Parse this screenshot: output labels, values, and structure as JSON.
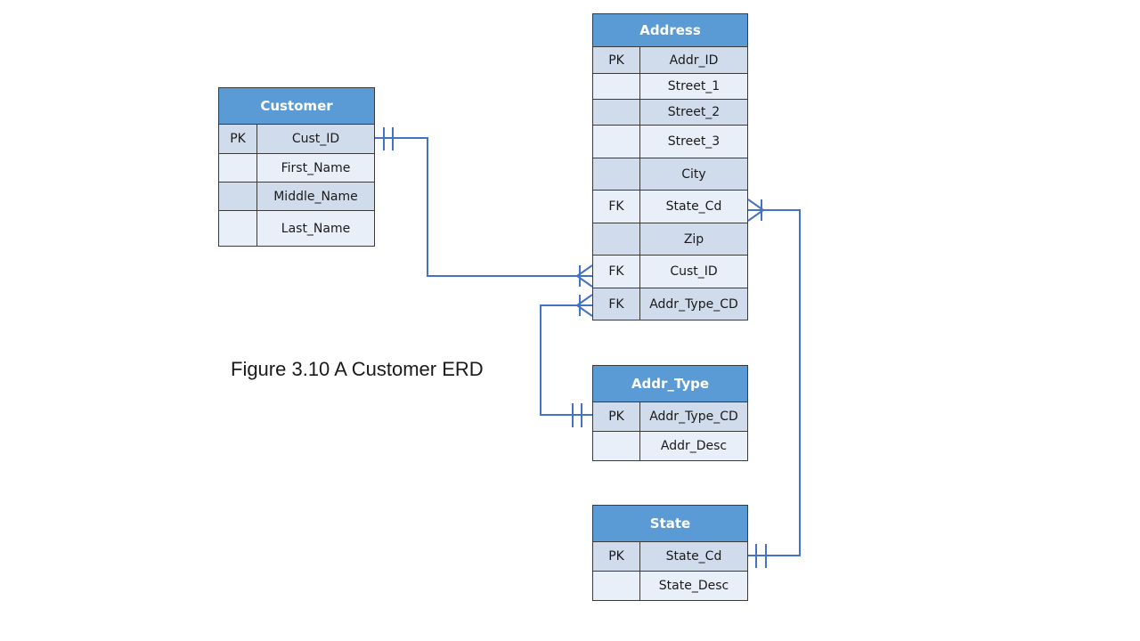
{
  "caption": "Figure 3.10 A Customer ERD",
  "colors": {
    "header": "#5b9bd5",
    "row_dark": "#d0dcec",
    "row_light": "#e9eff8",
    "line": "#4472c4"
  },
  "entities": {
    "customer": {
      "title": "Customer",
      "rows": [
        {
          "key": "PK",
          "field": "Cust_ID"
        },
        {
          "key": "",
          "field": "First_Name"
        },
        {
          "key": "",
          "field": "Middle_Name"
        },
        {
          "key": "",
          "field": "Last_Name"
        }
      ]
    },
    "address": {
      "title": "Address",
      "rows": [
        {
          "key": "PK",
          "field": "Addr_ID"
        },
        {
          "key": "",
          "field": "Street_1"
        },
        {
          "key": "",
          "field": "Street_2"
        },
        {
          "key": "",
          "field": "Street_3"
        },
        {
          "key": "",
          "field": "City"
        },
        {
          "key": "FK",
          "field": "State_Cd"
        },
        {
          "key": "",
          "field": "Zip"
        },
        {
          "key": "FK",
          "field": "Cust_ID"
        },
        {
          "key": "FK",
          "field": "Addr_Type_CD"
        }
      ]
    },
    "addr_type": {
      "title": "Addr_Type",
      "rows": [
        {
          "key": "PK",
          "field": "Addr_Type_CD"
        },
        {
          "key": "",
          "field": "Addr_Desc"
        }
      ]
    },
    "state": {
      "title": "State",
      "rows": [
        {
          "key": "PK",
          "field": "State_Cd"
        },
        {
          "key": "",
          "field": "State_Desc"
        }
      ]
    }
  },
  "relationships": [
    {
      "from": "Customer.Cust_ID",
      "from_end": "one-and-only-one",
      "to": "Address.Cust_ID",
      "to_end": "one-or-many"
    },
    {
      "from": "Addr_Type.Addr_Type_CD",
      "from_end": "one-and-only-one",
      "to": "Address.Addr_Type_CD",
      "to_end": "one-or-many"
    },
    {
      "from": "State.State_Cd",
      "from_end": "one-and-only-one",
      "to": "Address.State_Cd",
      "to_end": "one-or-many"
    }
  ]
}
